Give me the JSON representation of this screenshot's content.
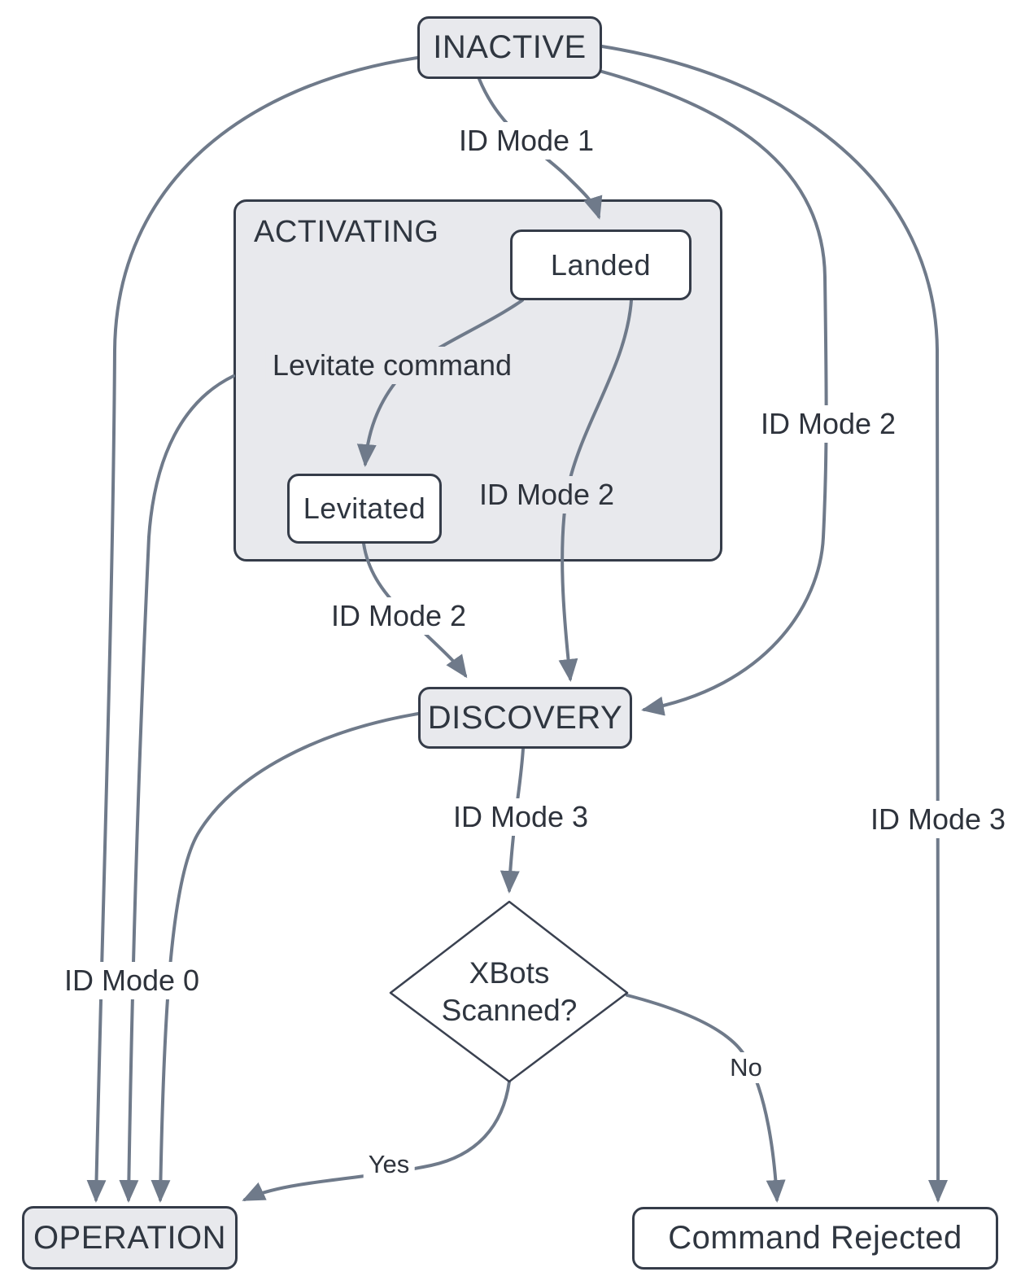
{
  "diagram": {
    "type": "state-flowchart",
    "nodes": {
      "inactive": {
        "label": "INACTIVE",
        "shape": "rounded-rect",
        "fill": "gray"
      },
      "activating": {
        "label": "ACTIVATING",
        "shape": "container",
        "fill": "gray"
      },
      "landed": {
        "label": "Landed",
        "shape": "rounded-rect",
        "fill": "white"
      },
      "levitated": {
        "label": "Levitated",
        "shape": "rounded-rect",
        "fill": "white"
      },
      "discovery": {
        "label": "DISCOVERY",
        "shape": "rounded-rect",
        "fill": "gray"
      },
      "decision": {
        "label": "XBots Scanned?",
        "label_lines": [
          "XBots",
          "Scanned?"
        ],
        "shape": "diamond",
        "fill": "white"
      },
      "operation": {
        "label": "OPERATION",
        "shape": "rounded-rect",
        "fill": "gray"
      },
      "command_rejected": {
        "label": "Command Rejected",
        "shape": "rounded-rect",
        "fill": "white"
      }
    },
    "edges": [
      {
        "from": "INACTIVE",
        "to": "Landed",
        "label": "ID Mode 1"
      },
      {
        "from": "Landed",
        "to": "Levitated",
        "label": "Levitate command"
      },
      {
        "from": "Landed",
        "to": "DISCOVERY",
        "label": "ID Mode 2"
      },
      {
        "from": "Levitated",
        "to": "DISCOVERY",
        "label": "ID Mode 2"
      },
      {
        "from": "INACTIVE",
        "to": "DISCOVERY",
        "label": "ID Mode 2"
      },
      {
        "from": "DISCOVERY",
        "to": "XBots Scanned?",
        "label": "ID Mode 3"
      },
      {
        "from": "INACTIVE",
        "to": "Command Rejected",
        "label": "ID Mode 3"
      },
      {
        "from": "INACTIVE",
        "to": "OPERATION",
        "label": "ID Mode 0"
      },
      {
        "from": "ACTIVATING",
        "to": "OPERATION",
        "label": ""
      },
      {
        "from": "DISCOVERY",
        "to": "OPERATION",
        "label": ""
      },
      {
        "from": "XBots Scanned?",
        "to": "OPERATION",
        "label": "Yes"
      },
      {
        "from": "XBots Scanned?",
        "to": "Command Rejected",
        "label": "No"
      }
    ],
    "colors": {
      "node_fill_gray": "#e8e9ed",
      "node_fill_white": "#ffffff",
      "node_border": "#353c49",
      "edge_stroke": "#6f7a8a",
      "text": "#2f3640",
      "background": "#ffffff"
    }
  }
}
